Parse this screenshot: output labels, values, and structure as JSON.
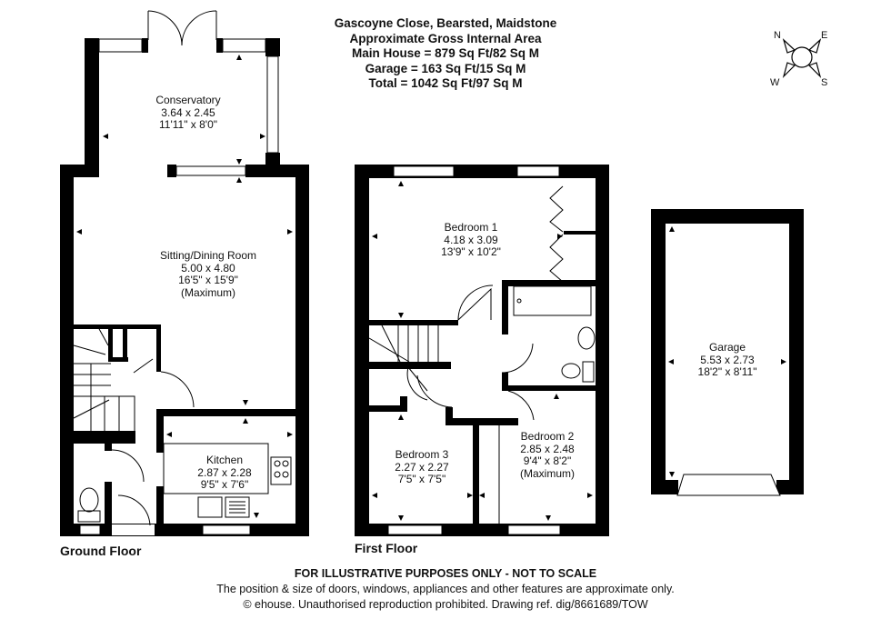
{
  "header": {
    "address": "Gascoyne Close, Bearsted, Maidstone",
    "subtitle": "Approximate Gross Internal Area",
    "main_house": "Main House = 879 Sq Ft/82 Sq M",
    "garage": "Garage = 163 Sq Ft/15 Sq M",
    "total": "Total = 1042 Sq Ft/97 Sq M"
  },
  "compass": {
    "n": "N",
    "e": "E",
    "s": "S",
    "w": "W"
  },
  "floors": {
    "ground": {
      "label": "Ground Floor",
      "rooms": [
        {
          "name": "Conservatory",
          "metric": "3.64 x 2.45",
          "imperial": "11'11\" x 8'0\"",
          "note": ""
        },
        {
          "name": "Sitting/Dining Room",
          "metric": "5.00 x 4.80",
          "imperial": "16'5\" x 15'9\"",
          "note": "(Maximum)"
        },
        {
          "name": "Kitchen",
          "metric": "2.87 x 2.28",
          "imperial": "9'5\" x 7'6\"",
          "note": ""
        }
      ]
    },
    "first": {
      "label": "First Floor",
      "rooms": [
        {
          "name": "Bedroom 1",
          "metric": "4.18 x 3.09",
          "imperial": "13'9\" x 10'2\"",
          "note": ""
        },
        {
          "name": "Bedroom 3",
          "metric": "2.27 x 2.27",
          "imperial": "7'5\" x 7'5\"",
          "note": ""
        },
        {
          "name": "Bedroom 2",
          "metric": "2.85 x 2.48",
          "imperial": "9'4\" x 8'2\"",
          "note": "(Maximum)"
        }
      ]
    },
    "garage": {
      "rooms": [
        {
          "name": "Garage",
          "metric": "5.53 x 2.73",
          "imperial": "18'2\" x 8'11\"",
          "note": ""
        }
      ]
    }
  },
  "footer": {
    "disclaimer": "FOR ILLUSTRATIVE PURPOSES ONLY - NOT TO SCALE",
    "note": "The position & size of doors, windows, appliances and other features are approximate only.",
    "copyright": "© ehouse. Unauthorised reproduction prohibited. Drawing ref. dig/8661689/TOW"
  },
  "colors": {
    "wall": "#000000",
    "background": "#ffffff",
    "window": "#ffffff",
    "line": "#111111"
  }
}
